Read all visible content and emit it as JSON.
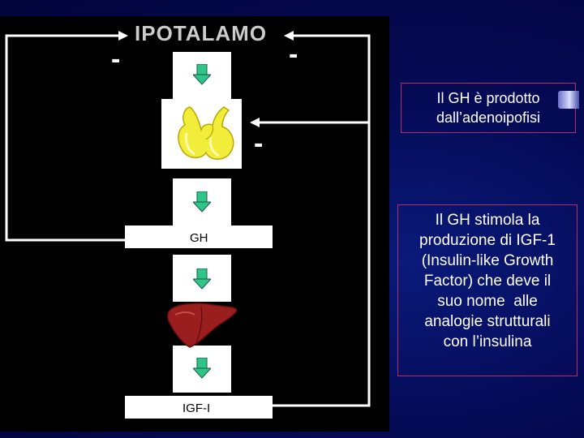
{
  "diagram": {
    "title": "IPOTALAMO",
    "minus_sign": "-",
    "gh_label": "GH",
    "igf_label": "IGF-I",
    "icons": [
      "green-down-arrow-icon",
      "pituitary-gland-icon",
      "liver-icon"
    ],
    "colors": {
      "background": "#050a55",
      "panel": "#000000",
      "arrow_green": "#2ec48a",
      "gland_yellow": "#f2ec3a",
      "liver_red": "#9a1e1e",
      "info_border": "#b0306a"
    }
  },
  "info": {
    "box1_line1": "Il GH è prodotto",
    "box1_line2": "dall’adenoipofisi",
    "box2_lines": [
      "Il GH stimola la",
      "produzione di IGF-1",
      "(Insulin-like Growth",
      "Factor) che deve il",
      "suo nome  alle",
      "analogie strutturali",
      "con l’insulina"
    ]
  }
}
